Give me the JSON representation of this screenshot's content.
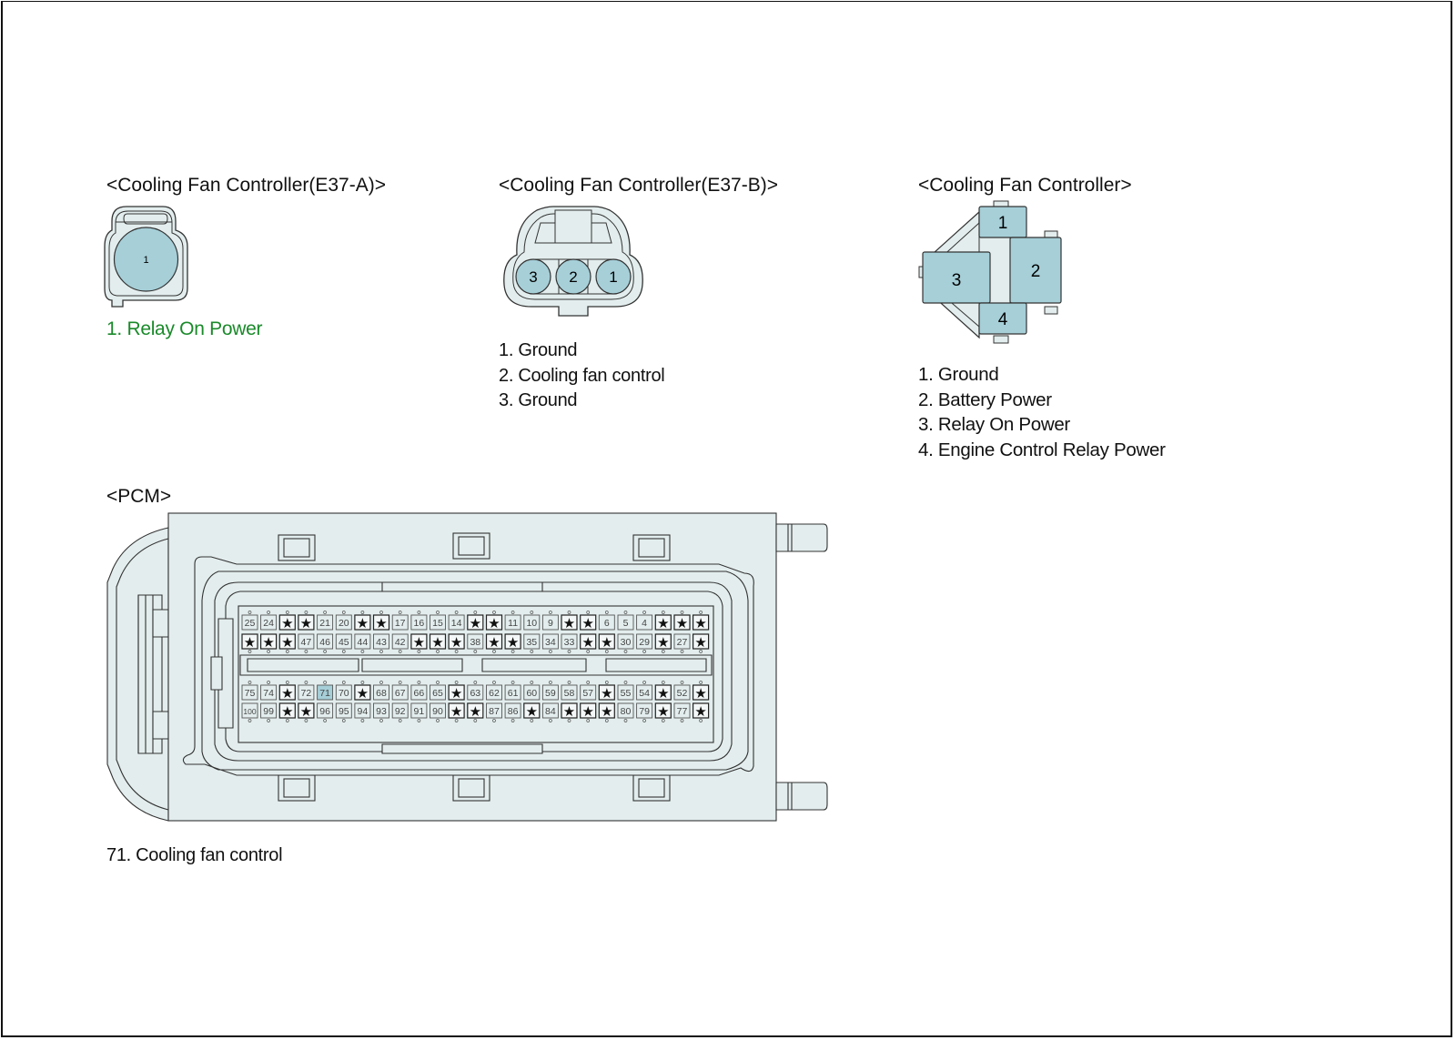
{
  "colors": {
    "pin_fill": "#a6cfd8",
    "housing_fill": "#e3eded",
    "outline": "#333333",
    "highlight_text": "#1a8a2a",
    "highlight_pin": "#a6cfd8"
  },
  "connectors": {
    "e37a": {
      "title": "<Cooling Fan Controller(E37-A)>",
      "pins": [
        "1"
      ],
      "legend": [
        {
          "text": "1. Relay On Power",
          "highlight": true
        }
      ]
    },
    "e37b": {
      "title": "<Cooling Fan Controller(E37-B)>",
      "pins": [
        "3",
        "2",
        "1"
      ],
      "legend": [
        {
          "text": "1. Ground"
        },
        {
          "text": "2. Cooling fan control"
        },
        {
          "text": "3. Ground"
        }
      ]
    },
    "cfc": {
      "title": "<Cooling Fan Controller>",
      "pins": [
        "1",
        "2",
        "3",
        "4"
      ],
      "legend": [
        {
          "text": "1. Ground"
        },
        {
          "text": "2. Battery Power"
        },
        {
          "text": "3. Relay On Power"
        },
        {
          "text": "4. Engine Control Relay Power"
        }
      ]
    },
    "pcm": {
      "title": "<PCM>",
      "highlighted_pin": "71",
      "empty_symbol": "★",
      "rows": [
        [
          "25",
          "24",
          "*",
          "*",
          "21",
          "20",
          "*",
          "*",
          "17",
          "16",
          "15",
          "14",
          "*",
          "*",
          "11",
          "10",
          "9",
          "*",
          "*",
          "6",
          "5",
          "4",
          "*",
          "*",
          "*"
        ],
        [
          "*",
          "*",
          "*",
          "47",
          "46",
          "45",
          "44",
          "43",
          "42",
          "*",
          "*",
          "*",
          "38",
          "*",
          "*",
          "35",
          "34",
          "33",
          "*",
          "*",
          "30",
          "29",
          "*",
          "27",
          "*"
        ],
        [
          "75",
          "74",
          "*",
          "72",
          "71",
          "70",
          "*",
          "68",
          "67",
          "66",
          "65",
          "*",
          "63",
          "62",
          "61",
          "60",
          "59",
          "58",
          "57",
          "*",
          "55",
          "54",
          "*",
          "52",
          "*"
        ],
        [
          "100",
          "99",
          "*",
          "*",
          "96",
          "95",
          "94",
          "93",
          "92",
          "91",
          "90",
          "*",
          "*",
          "87",
          "86",
          "*",
          "84",
          "*",
          "*",
          "*",
          "80",
          "79",
          "*",
          "77",
          "*"
        ]
      ],
      "legend": [
        {
          "text": "71. Cooling fan control"
        }
      ]
    }
  }
}
